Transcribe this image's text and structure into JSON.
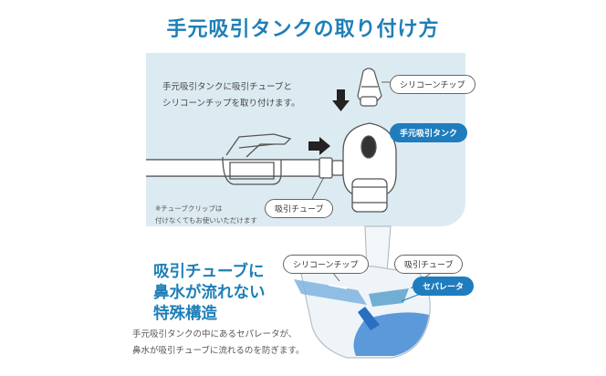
{
  "title": "手元吸引タンクの取り付け方",
  "intro": {
    "line1": "手元吸引タンクに吸引チューブと",
    "line2": "シリコーンチップを取り付けます。"
  },
  "labels": {
    "silicone_tip_top": "シリコーンチップ",
    "tank": "手元吸引タンク",
    "suction_tube_top": "吸引チューブ",
    "silicone_tip_bottom": "シリコーンチップ",
    "suction_tube_bottom": "吸引チューブ",
    "separator": "セパレータ"
  },
  "note": {
    "line1": "※チューブクリップは",
    "line2": "付けなくてもお使いいただけます"
  },
  "feature": {
    "line1": "吸引チューブに",
    "line2": "鼻水が流れない",
    "line3": "特殊構造"
  },
  "description": {
    "line1": "手元吸引タンクの中にあるセパレータが、",
    "line2": "鼻水が吸引チューブに流れるのを防ぎます。"
  },
  "colors": {
    "accent": "#1e7fb8",
    "panel": "#dcebf2",
    "tag_blue": "#1f7dbd",
    "water": "#4a8fd6"
  }
}
